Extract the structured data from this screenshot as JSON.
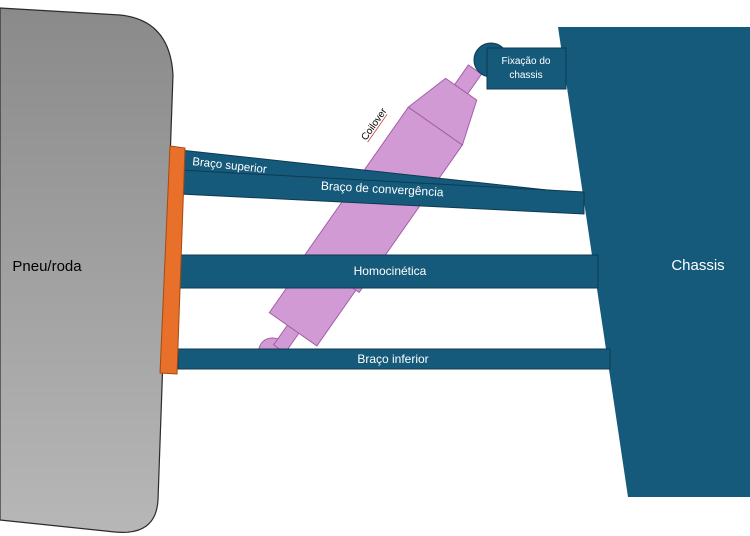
{
  "diagram": {
    "labels": {
      "wheel": "Pneu/roda",
      "chassis": "Chassis",
      "chassis_mount": "Fixação do chassis",
      "chassis_mount_line1": "Fixação do",
      "chassis_mount_line2": "chassis",
      "coilover": "Coilover",
      "upper_arm": "Braço superior",
      "toe_arm": "Braço de convergência",
      "cv_joint": "Homocinética",
      "lower_arm": "Braço inferior"
    },
    "colors": {
      "wheel_fill": "#8f8f8f",
      "wheel_stroke": "#2b2b2b",
      "hub": "#e8702a",
      "hub_stroke": "#a34a12",
      "chassis": "#155a7a",
      "arm_fill": "#165a7b",
      "arm_stroke": "#0d3b52",
      "coilover_fill": "#d29ad4",
      "coilover_stroke": "#a55ea8",
      "text_light": "#ffffff",
      "text_dark": "#000000",
      "coilover_underline": "#d23b3b"
    }
  }
}
